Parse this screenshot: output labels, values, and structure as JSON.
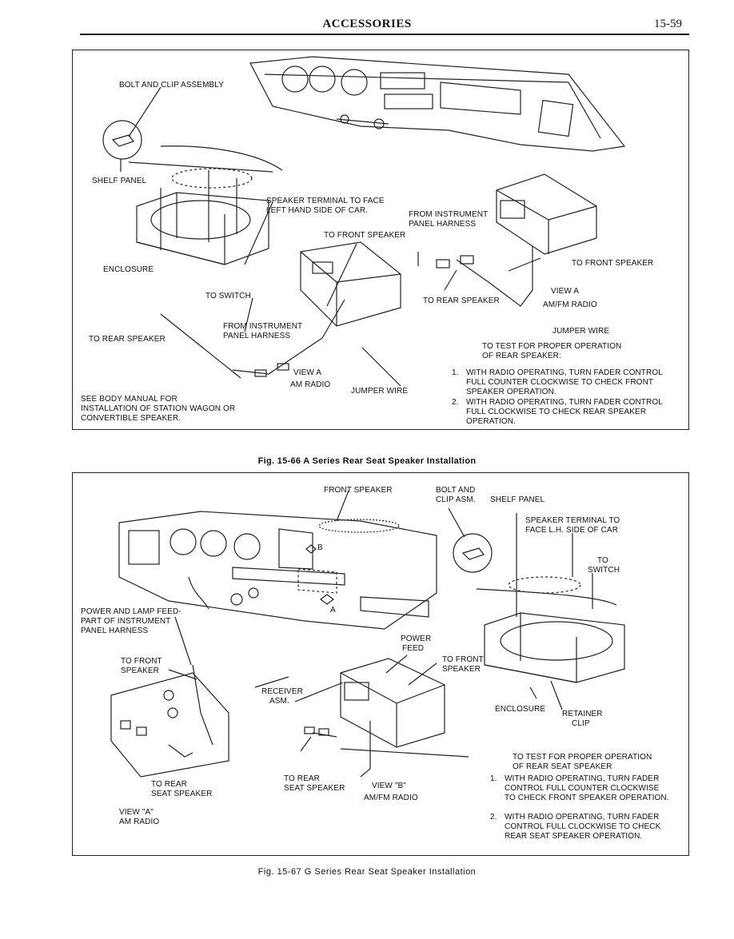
{
  "header": {
    "section_title": "ACCESSORIES",
    "page_number": "15-59"
  },
  "figure1": {
    "caption": "Fig. 15-66 A Series Rear Seat Speaker Installation",
    "labels": {
      "bolt_clip": "BOLT AND CLIP ASSEMBLY",
      "shelf_panel": "SHELF PANEL",
      "speaker_terminal_1": "SPEAKER TERMINAL TO FACE",
      "speaker_terminal_2": "LEFT HAND SIDE OF CAR.",
      "from_instrument_1": "FROM INSTRUMENT",
      "from_instrument_2": "PANEL HARNESS",
      "to_front_speaker": "TO FRONT SPEAKER",
      "to_front_speaker_2": "TO FRONT SPEAKER",
      "enclosure": "ENCLOSURE",
      "to_switch": "TO SWITCH",
      "to_rear_speaker_right": "TO REAR SPEAKER",
      "view_a_right": "VIEW A",
      "amfm_radio": "AM/FM RADIO",
      "from_instrument_b1": "FROM INSTRUMENT",
      "from_instrument_b2": "PANEL HARNESS",
      "to_rear_speaker_left": "TO REAR SPEAKER",
      "jumper_wire_right": "JUMPER WIRE",
      "view_a_left": "VIEW A",
      "am_radio": "AM RADIO",
      "jumper_wire_left": "JUMPER WIRE",
      "see_1": "SEE          BODY MANUAL FOR",
      "see_2": "INSTALLATION OF STATION WAGON OR",
      "see_3": "CONVERTIBLE SPEAKER.",
      "test_1": "TO TEST FOR PROPER OPERATION",
      "test_2": "OF REAR SPEAKER:",
      "step1_num": "1.",
      "step1_a": "WITH RADIO OPERATING, TURN FADER CONTROL",
      "step1_b": "FULL COUNTER CLOCKWISE TO CHECK FRONT",
      "step1_c": "SPEAKER OPERATION.",
      "step2_num": "2.",
      "step2_a": "WITH RADIO OPERATING, TURN FADER CONTROL",
      "step2_b": "FULL CLOCKWISE TO CHECK REAR SPEAKER",
      "step2_c": "OPERATION."
    }
  },
  "figure2": {
    "caption": "Fig. 15-67 G Series Rear Seat Speaker Installation",
    "labels": {
      "front_speaker": "FRONT SPEAKER",
      "bolt_and": "BOLT AND",
      "clip_asm": "CLIP ASM.",
      "shelf_panel": "SHELF PANEL",
      "speaker_terminal_1": "SPEAKER TERMINAL TO",
      "speaker_terminal_2": "FACE L.H. SIDE OF CAR",
      "to": "TO",
      "switch": "SWITCH",
      "marker_b": "B",
      "marker_a": "A",
      "power_lamp_1": "POWER AND LAMP FEED-",
      "power_lamp_2": "PART OF INSTRUMENT",
      "power_lamp_3": "PANEL HARNESS",
      "power_1": "POWER",
      "power_2": "FEED",
      "to_front_left_1": "TO FRONT",
      "to_front_left_2": "SPEAKER",
      "to_front_mid_1": "TO FRONT",
      "to_front_mid_2": "SPEAKER",
      "receiver_1": "RECEIVER",
      "receiver_2": "ASM.",
      "enclosure": "ENCLOSURE",
      "retainer_1": "RETAINER",
      "retainer_2": "CLIP",
      "to_rear_left_1": "TO REAR",
      "to_rear_left_2": "SEAT SPEAKER",
      "to_rear_mid_1": "TO REAR",
      "to_rear_mid_2": "SEAT SPEAKER",
      "view_b": "VIEW \"B\"",
      "amfm_radio": "AM/FM RADIO",
      "view_a": "VIEW \"A\"",
      "am_radio": "AM RADIO",
      "test_1": "TO TEST FOR PROPER OPERATION",
      "test_2": "OF REAR SEAT SPEAKER",
      "step1_num": "1.",
      "step1_a": "WITH RADIO OPERATING, TURN FADER",
      "step1_b": "CONTROL FULL COUNTER CLOCKWISE",
      "step1_c": "TO CHECK FRONT SPEAKER OPERATION.",
      "step2_num": "2.",
      "step2_a": "WITH RADIO OPERATING, TURN FADER",
      "step2_b": "CONTROL FULL CLOCKWISE TO CHECK",
      "step2_c": "REAR SEAT SPEAKER OPERATION."
    }
  }
}
